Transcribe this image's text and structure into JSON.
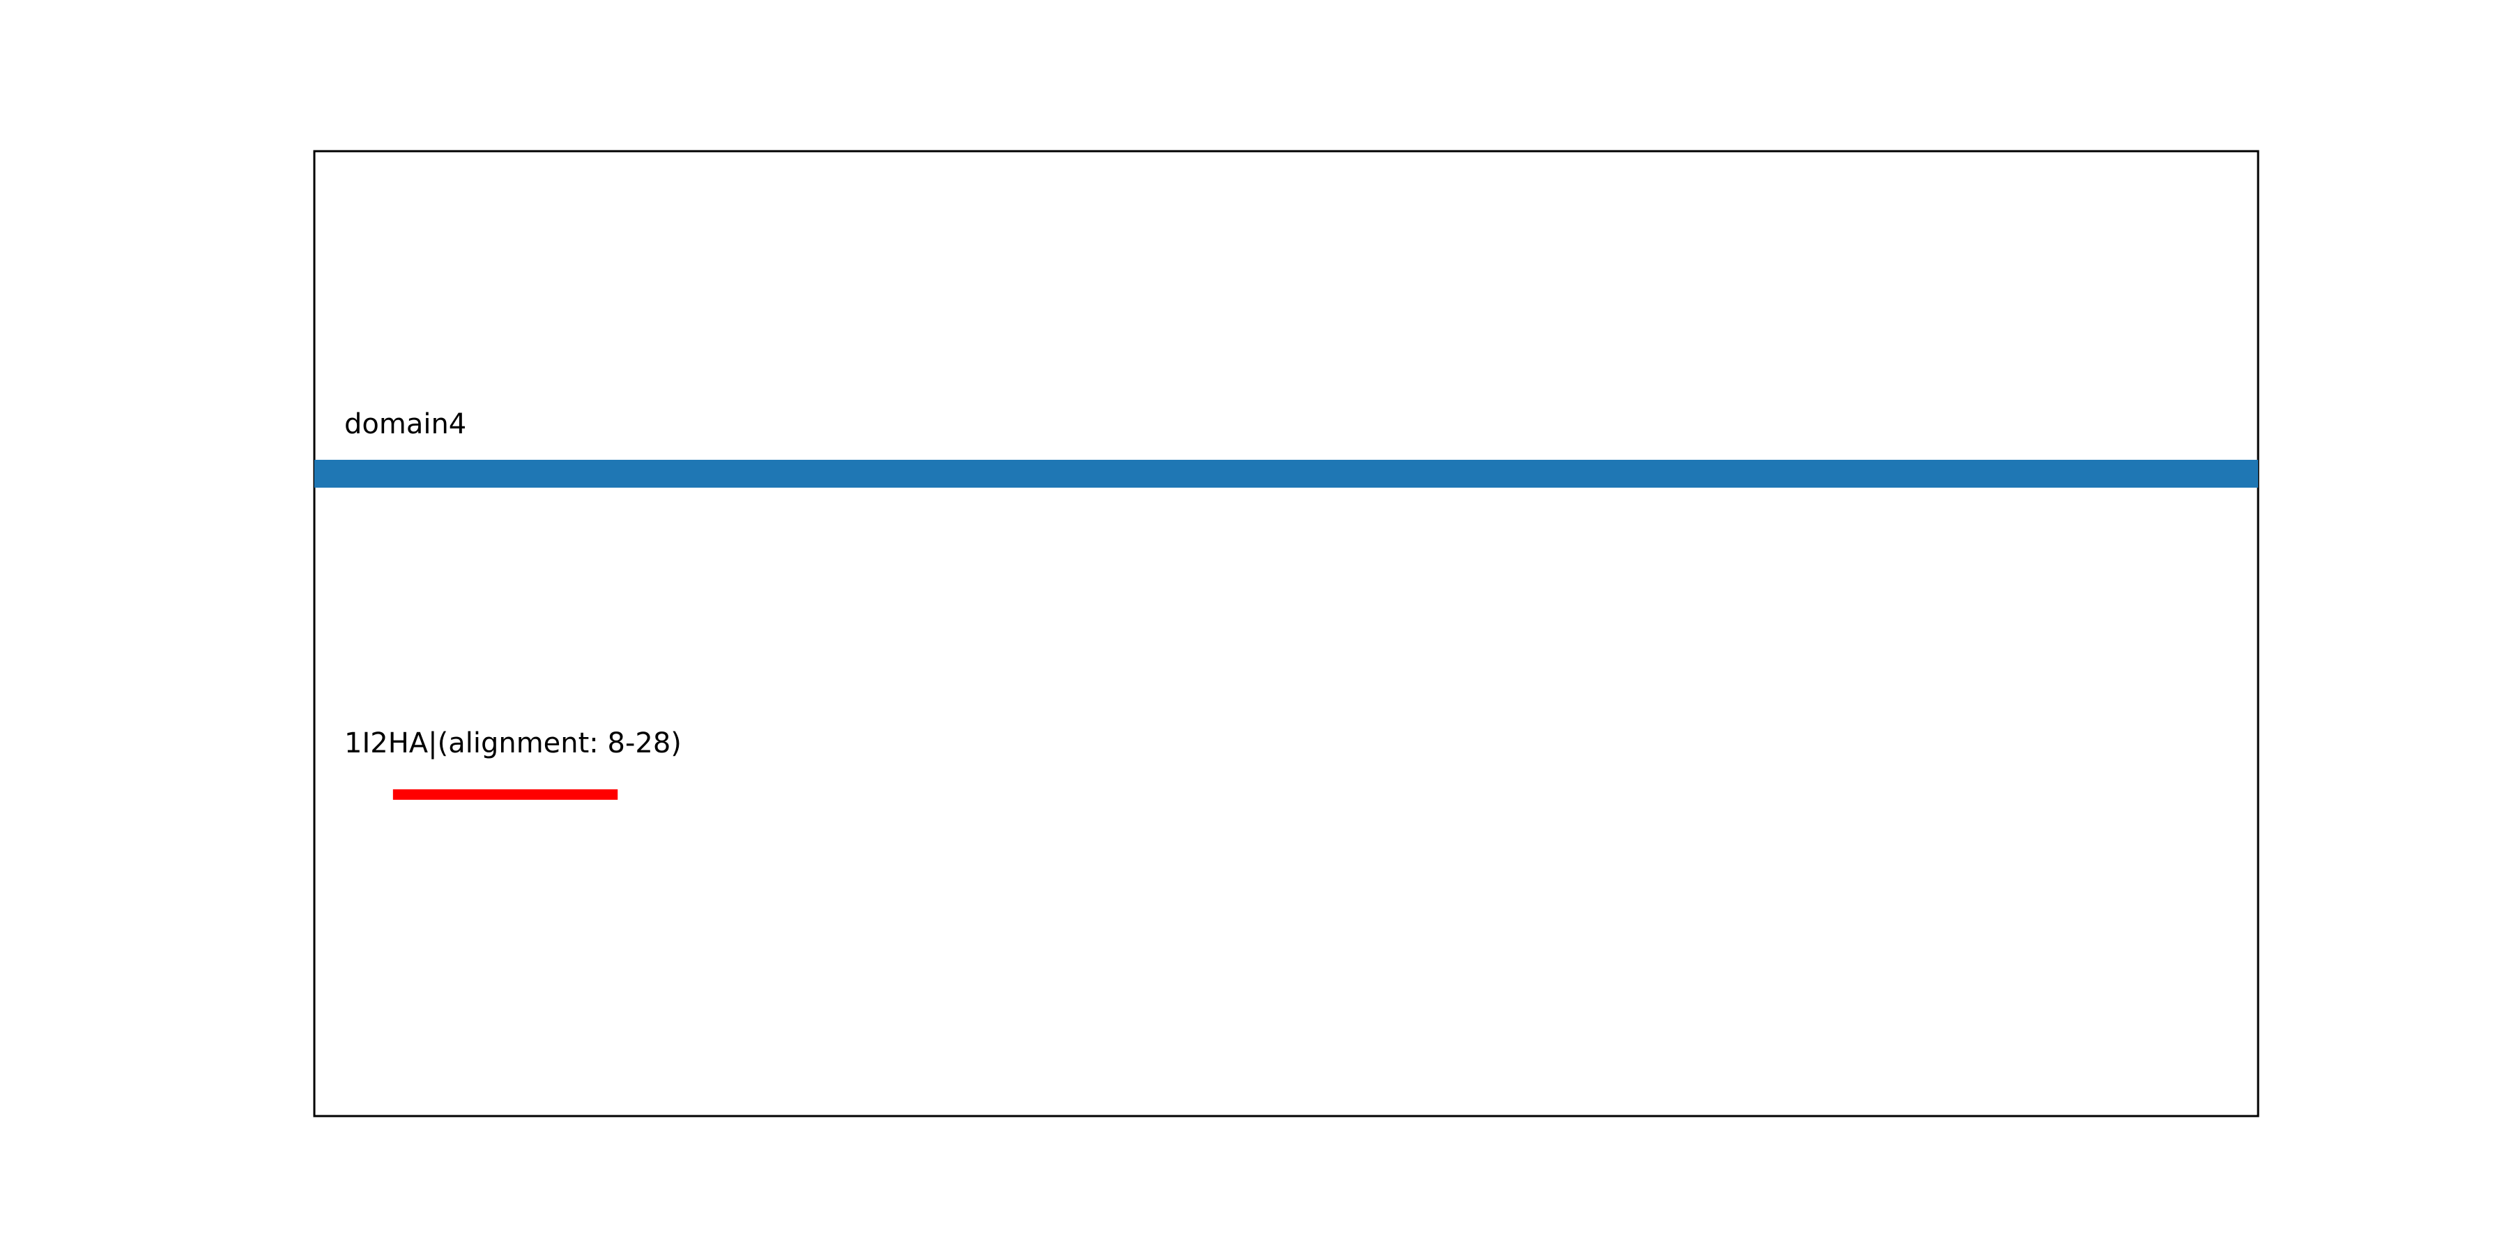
{
  "chart_data": {
    "type": "bar",
    "title": "",
    "xlabel": "",
    "ylabel": "",
    "xlim": [
      1,
      174
    ],
    "grid": false,
    "tracks": [
      {
        "label": "domain4",
        "start": 1,
        "end": 174,
        "color": "#1f77b4"
      },
      {
        "label": "1I2HA|(alignment: 8-28)",
        "start": 8,
        "end": 28,
        "color": "#ff0000"
      }
    ]
  }
}
